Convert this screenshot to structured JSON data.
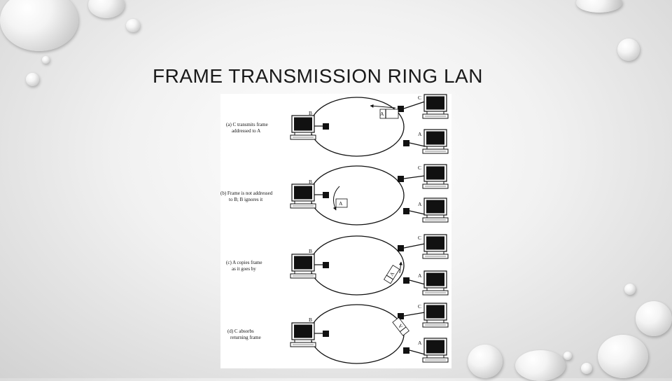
{
  "slide": {
    "title": "FRAME TRANSMISSION RING LAN"
  },
  "figure": {
    "station_labels": {
      "b": "B",
      "c": "C",
      "a": "A"
    },
    "frame_marker": "A",
    "panels": [
      {
        "caption_line1": "(a) C transmits frame",
        "caption_line2": "addressed to A"
      },
      {
        "caption_line1": "(b) Frame is not addressed",
        "caption_line2": "to B; B ignores it"
      },
      {
        "caption_line1": "(c) A copies frame",
        "caption_line2": "as it goes by"
      },
      {
        "caption_line1": "(d) C absorbs",
        "caption_line2": "returning frame"
      }
    ]
  },
  "colors": {
    "ink": "#111111",
    "background_paper": "#ffffff"
  }
}
